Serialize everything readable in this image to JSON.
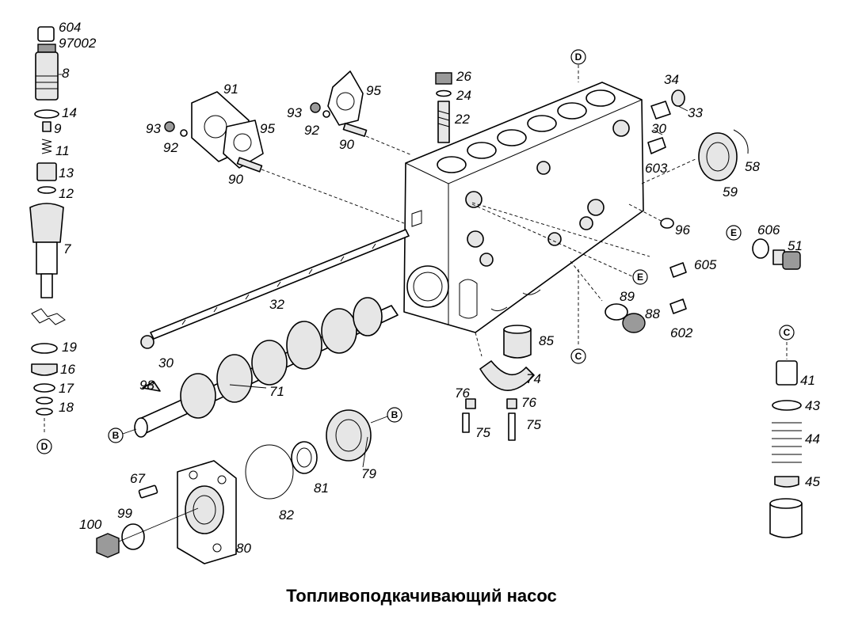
{
  "caption": "Топливоподкачивающий насос",
  "labels": {
    "l604": "604",
    "l97002": "97002",
    "l8": "8",
    "l14": "14",
    "l9": "9",
    "l11": "11",
    "l13": "13",
    "l12": "12",
    "l7": "7",
    "l19": "19",
    "l16": "16",
    "l17": "17",
    "l18": "18",
    "l91": "91",
    "l93a": "93",
    "l92a": "92",
    "l95a": "95",
    "l90a": "90",
    "l93b": "93",
    "l92b": "92",
    "l95b": "95",
    "l90b": "90",
    "l26": "26",
    "l24": "24",
    "l22": "22",
    "l34": "34",
    "l33": "33",
    "l30a": "30",
    "l603": "603",
    "l58": "58",
    "l59": "59",
    "l96": "96",
    "l606": "606",
    "l51": "51",
    "l605": "605",
    "l89": "89",
    "l88": "88",
    "l602": "602",
    "l85": "85",
    "l32": "32",
    "l30b": "30",
    "l74": "74",
    "l76a": "76",
    "l76b": "76",
    "l75a": "75",
    "l75b": "75",
    "l71": "71",
    "l98": "98",
    "l41": "41",
    "l43": "43",
    "l44": "44",
    "l45": "45",
    "l79": "79",
    "l81": "81",
    "l82": "82",
    "l67": "67",
    "l99": "99",
    "l100": "100",
    "l80": "80"
  },
  "markers": {
    "d_top": "D",
    "d_left": "D",
    "e_right": "E",
    "e_mid": "E",
    "c_mid": "C",
    "c_right": "C",
    "b_left": "B",
    "b_right": "B"
  }
}
